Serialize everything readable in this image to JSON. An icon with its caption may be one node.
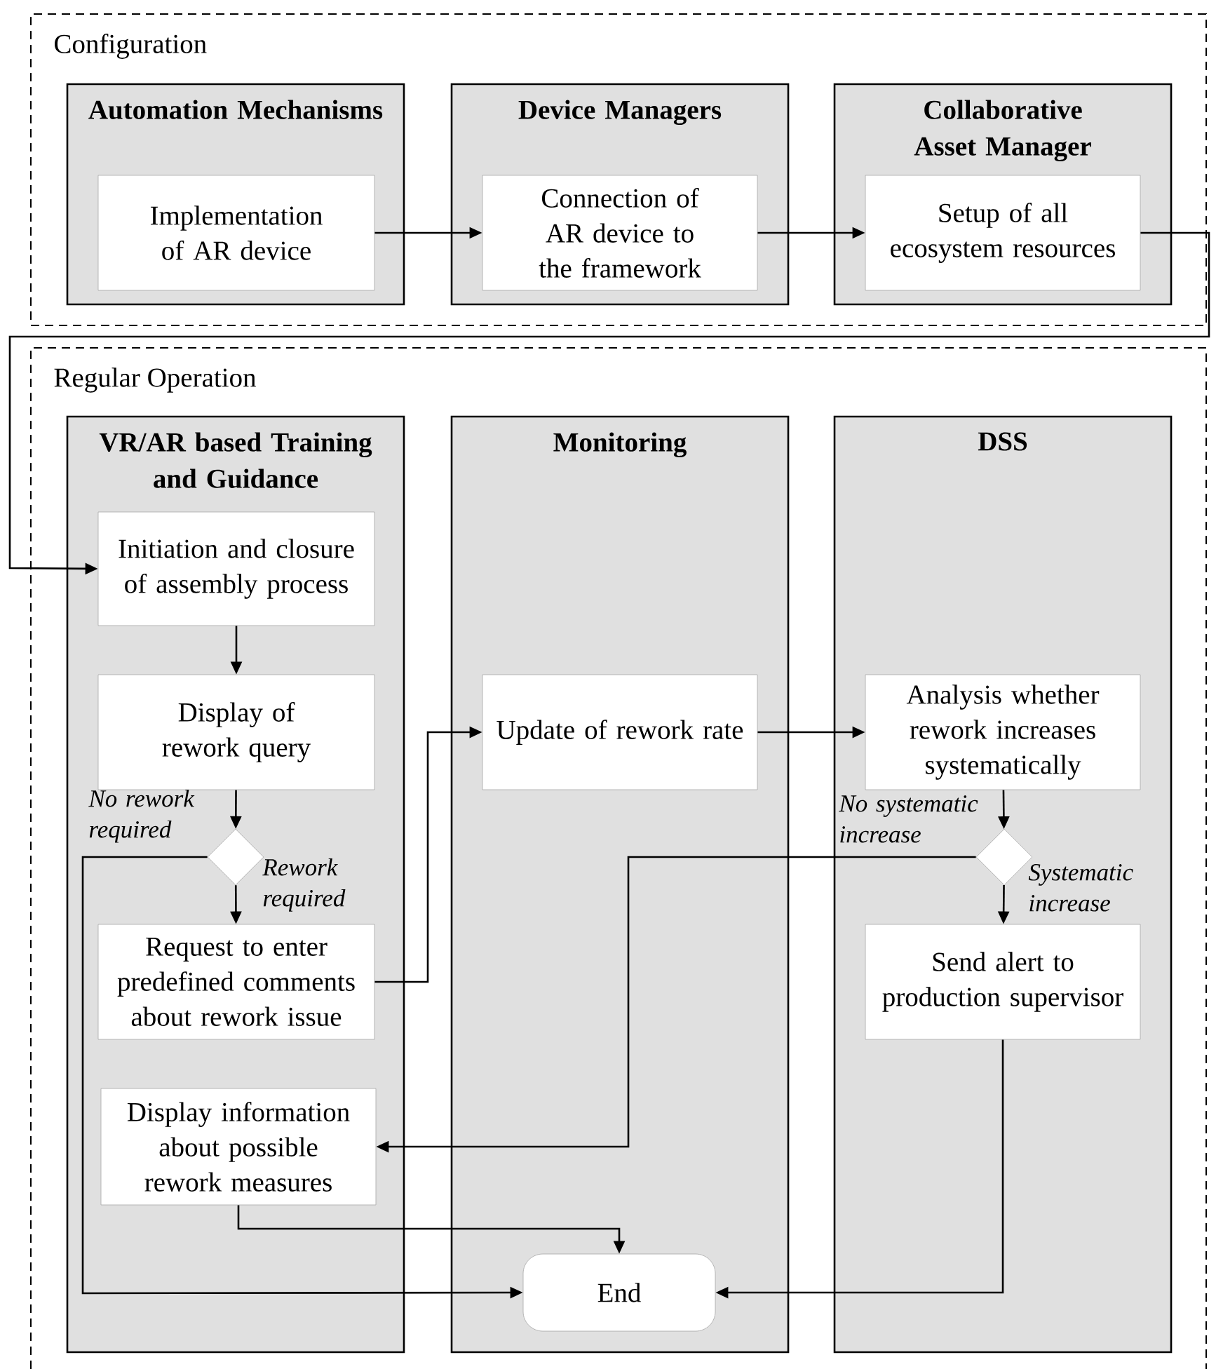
{
  "diagram": {
    "nodes": [
      {
        "text": [
          "Configuration"
        ]
      },
      {
        "text": [
          "Automation Mechanisms"
        ],
        "in": 0
      },
      {
        "text": [
          "Implementation of AR device"
        ],
        "in": 1
      },
      {
        "text": [
          "Device Managers"
        ],
        "in": 0
      },
      {
        "text": [
          "Connection of AR device to the framework"
        ],
        "in": 3
      },
      {
        "text": [
          "Collaborative Asset Manager"
        ],
        "in": 0
      },
      {
        "text": [
          "Setup of all ecosystem resources"
        ],
        "in": 5
      },
      {
        "text": [
          "Regular Operation"
        ]
      },
      {
        "text": [
          "VR/AR based Training and Guidance"
        ],
        "in": 7
      },
      {
        "text": [
          "Initiation and closure of assembly process"
        ],
        "in": 8
      },
      {
        "text": [
          "Display of rework query"
        ],
        "in": 8
      },
      {
        "text": [],
        "shape": "diamond",
        "in": 8
      },
      {
        "text": [
          "Request to enter predefined comments about rework issue"
        ],
        "in": 8
      },
      {
        "text": [
          "Display information about possible rework measures"
        ],
        "in": 8
      },
      {
        "text": [
          "Monitoring"
        ],
        "in": 7
      },
      {
        "text": [
          "Update of rework rate"
        ],
        "in": 14
      },
      {
        "text": [
          "End"
        ],
        "in": 14
      },
      {
        "text": [
          "DSS"
        ],
        "in": 7
      },
      {
        "text": [
          "Analysis whether rework increases systematically"
        ],
        "in": 17
      },
      {
        "text": [],
        "shape": "diamond",
        "in": 17
      },
      {
        "text": [
          "Send alert to production supervisor"
        ],
        "in": 17
      }
    ],
    "edges": [
      {
        "from": 2,
        "to": 4,
        "arrow": "to"
      },
      {
        "from": 4,
        "to": 6,
        "arrow": "to"
      },
      {
        "from": 6,
        "to": 9,
        "arrow": "to"
      },
      {
        "from": 9,
        "to": 10,
        "arrow": "to"
      },
      {
        "from": 10,
        "to": 11,
        "arrow": "to"
      },
      {
        "from": 11,
        "to": 16,
        "arrow": "to",
        "label": "No rework required"
      },
      {
        "from": 11,
        "to": 12,
        "arrow": "to",
        "label": "Rework required"
      },
      {
        "from": 12,
        "to": 15,
        "arrow": "to"
      },
      {
        "from": 15,
        "to": 18,
        "arrow": "to"
      },
      {
        "from": 18,
        "to": 19,
        "arrow": "to"
      },
      {
        "from": 19,
        "to": 13,
        "arrow": "to",
        "label": "No systematic increase"
      },
      {
        "from": 19,
        "to": 20,
        "arrow": "to",
        "label": "Systematic increase"
      },
      {
        "from": 13,
        "to": 16,
        "arrow": "to"
      },
      {
        "from": 20,
        "to": 16,
        "arrow": "to"
      }
    ]
  }
}
